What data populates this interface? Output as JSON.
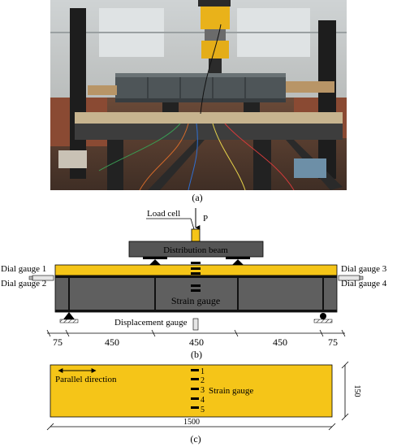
{
  "panel_a": {
    "caption": "(a)"
  },
  "panel_b": {
    "caption": "(b)",
    "load_cell": "Load cell",
    "load_symbol": "P",
    "distribution_beam": "Distribution beam",
    "dial_gauge_1": "Dial gauge 1",
    "dial_gauge_2": "Dial gauge 2",
    "dial_gauge_3": "Dial gauge 3",
    "dial_gauge_4": "Dial gauge 4",
    "strain_gauge": "Strain gauge",
    "displacement_gauge": "Displacement gauge",
    "dimensions": [
      "75",
      "450",
      "450",
      "450",
      "75"
    ]
  },
  "panel_c": {
    "caption": "(c)",
    "parallel_direction": "Parallel direction",
    "strain_gauge": "Strain gauge",
    "gauge_numbers": [
      "1",
      "2",
      "3",
      "4",
      "5"
    ],
    "length": "1500",
    "width": "150"
  },
  "colors": {
    "frp_plate": "#f5c518",
    "steel_beam": "#5f5f5f",
    "distribution_beam": "#555555"
  }
}
